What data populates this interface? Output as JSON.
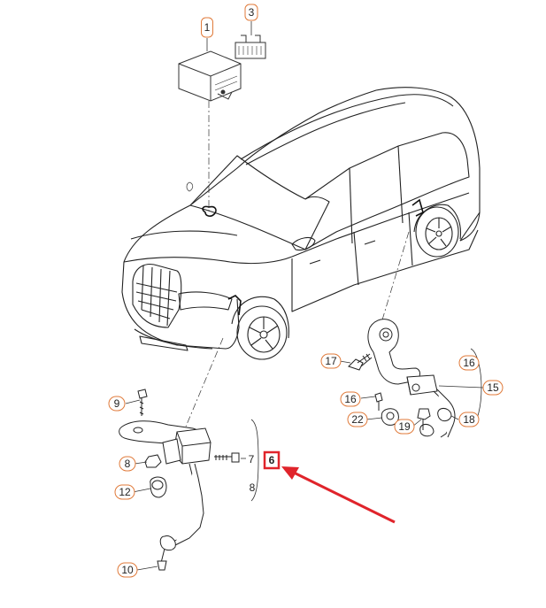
{
  "diagram": {
    "callouts": [
      {
        "id": "c1",
        "label": "1"
      },
      {
        "id": "c3",
        "label": "3"
      },
      {
        "id": "c9",
        "label": "9"
      },
      {
        "id": "c8a",
        "label": "8"
      },
      {
        "id": "c12",
        "label": "12"
      },
      {
        "id": "c10",
        "label": "10"
      },
      {
        "id": "c7",
        "label": "7"
      },
      {
        "id": "c6",
        "label": "6"
      },
      {
        "id": "c8b",
        "label": "8"
      },
      {
        "id": "c17",
        "label": "17"
      },
      {
        "id": "c16a",
        "label": "16"
      },
      {
        "id": "c16b",
        "label": "16"
      },
      {
        "id": "c22",
        "label": "22"
      },
      {
        "id": "c19",
        "label": "19"
      },
      {
        "id": "c15",
        "label": "15"
      },
      {
        "id": "c18",
        "label": "18"
      }
    ],
    "highlight": {
      "target": "6",
      "color": "#e0242b"
    },
    "colors": {
      "callout_border": "#e07a3a",
      "line": "#333333",
      "highlight": "#e0242b"
    }
  }
}
